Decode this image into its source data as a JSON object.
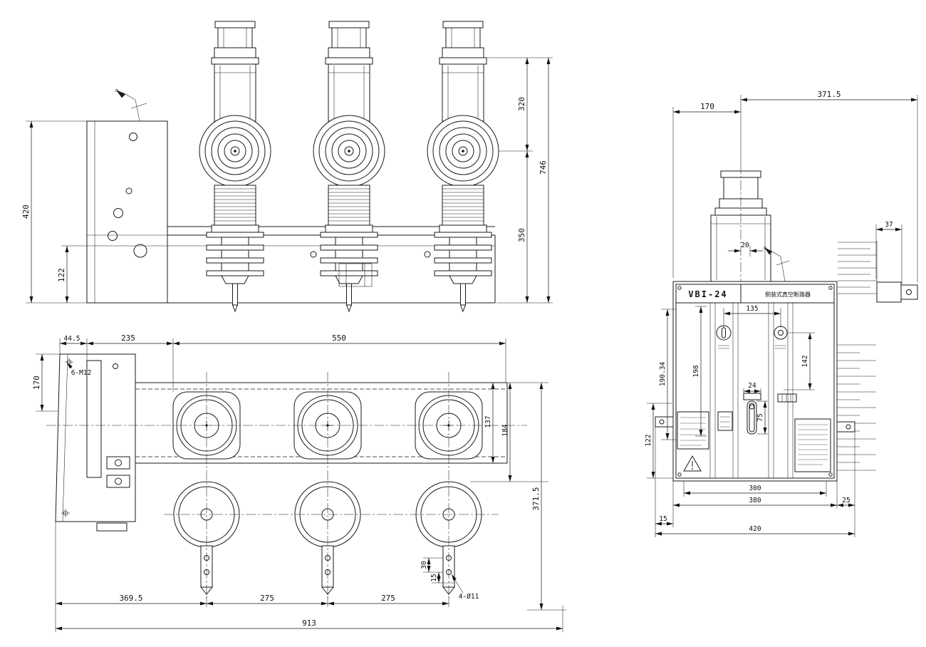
{
  "front": {
    "d420": "420",
    "d122": "122",
    "d320": "320",
    "d350": "350",
    "d746": "746"
  },
  "plan": {
    "d44_5": "44.5",
    "d235": "235",
    "d550": "550",
    "d170": "170",
    "m12": "6-M12",
    "d137": "137",
    "d184": "184",
    "d371_5": "371.5",
    "d369_5": "369.5",
    "d275a": "275",
    "d275b": "275",
    "d913": "913",
    "d30": "30",
    "d15": "15",
    "holes": "4-Ø11"
  },
  "side": {
    "model": "VBI-24",
    "product": "侧装式真空断路器",
    "d371_5": "371.5",
    "d170": "170",
    "d37": "37",
    "d20": "20",
    "d135": "135",
    "d142": "142",
    "d198": "198",
    "d190_34": "190.34",
    "d122": "122",
    "d24": "24",
    "d75": "75",
    "d300": "300",
    "d380": "380",
    "d25": "25",
    "d15": "15",
    "d420": "420"
  }
}
